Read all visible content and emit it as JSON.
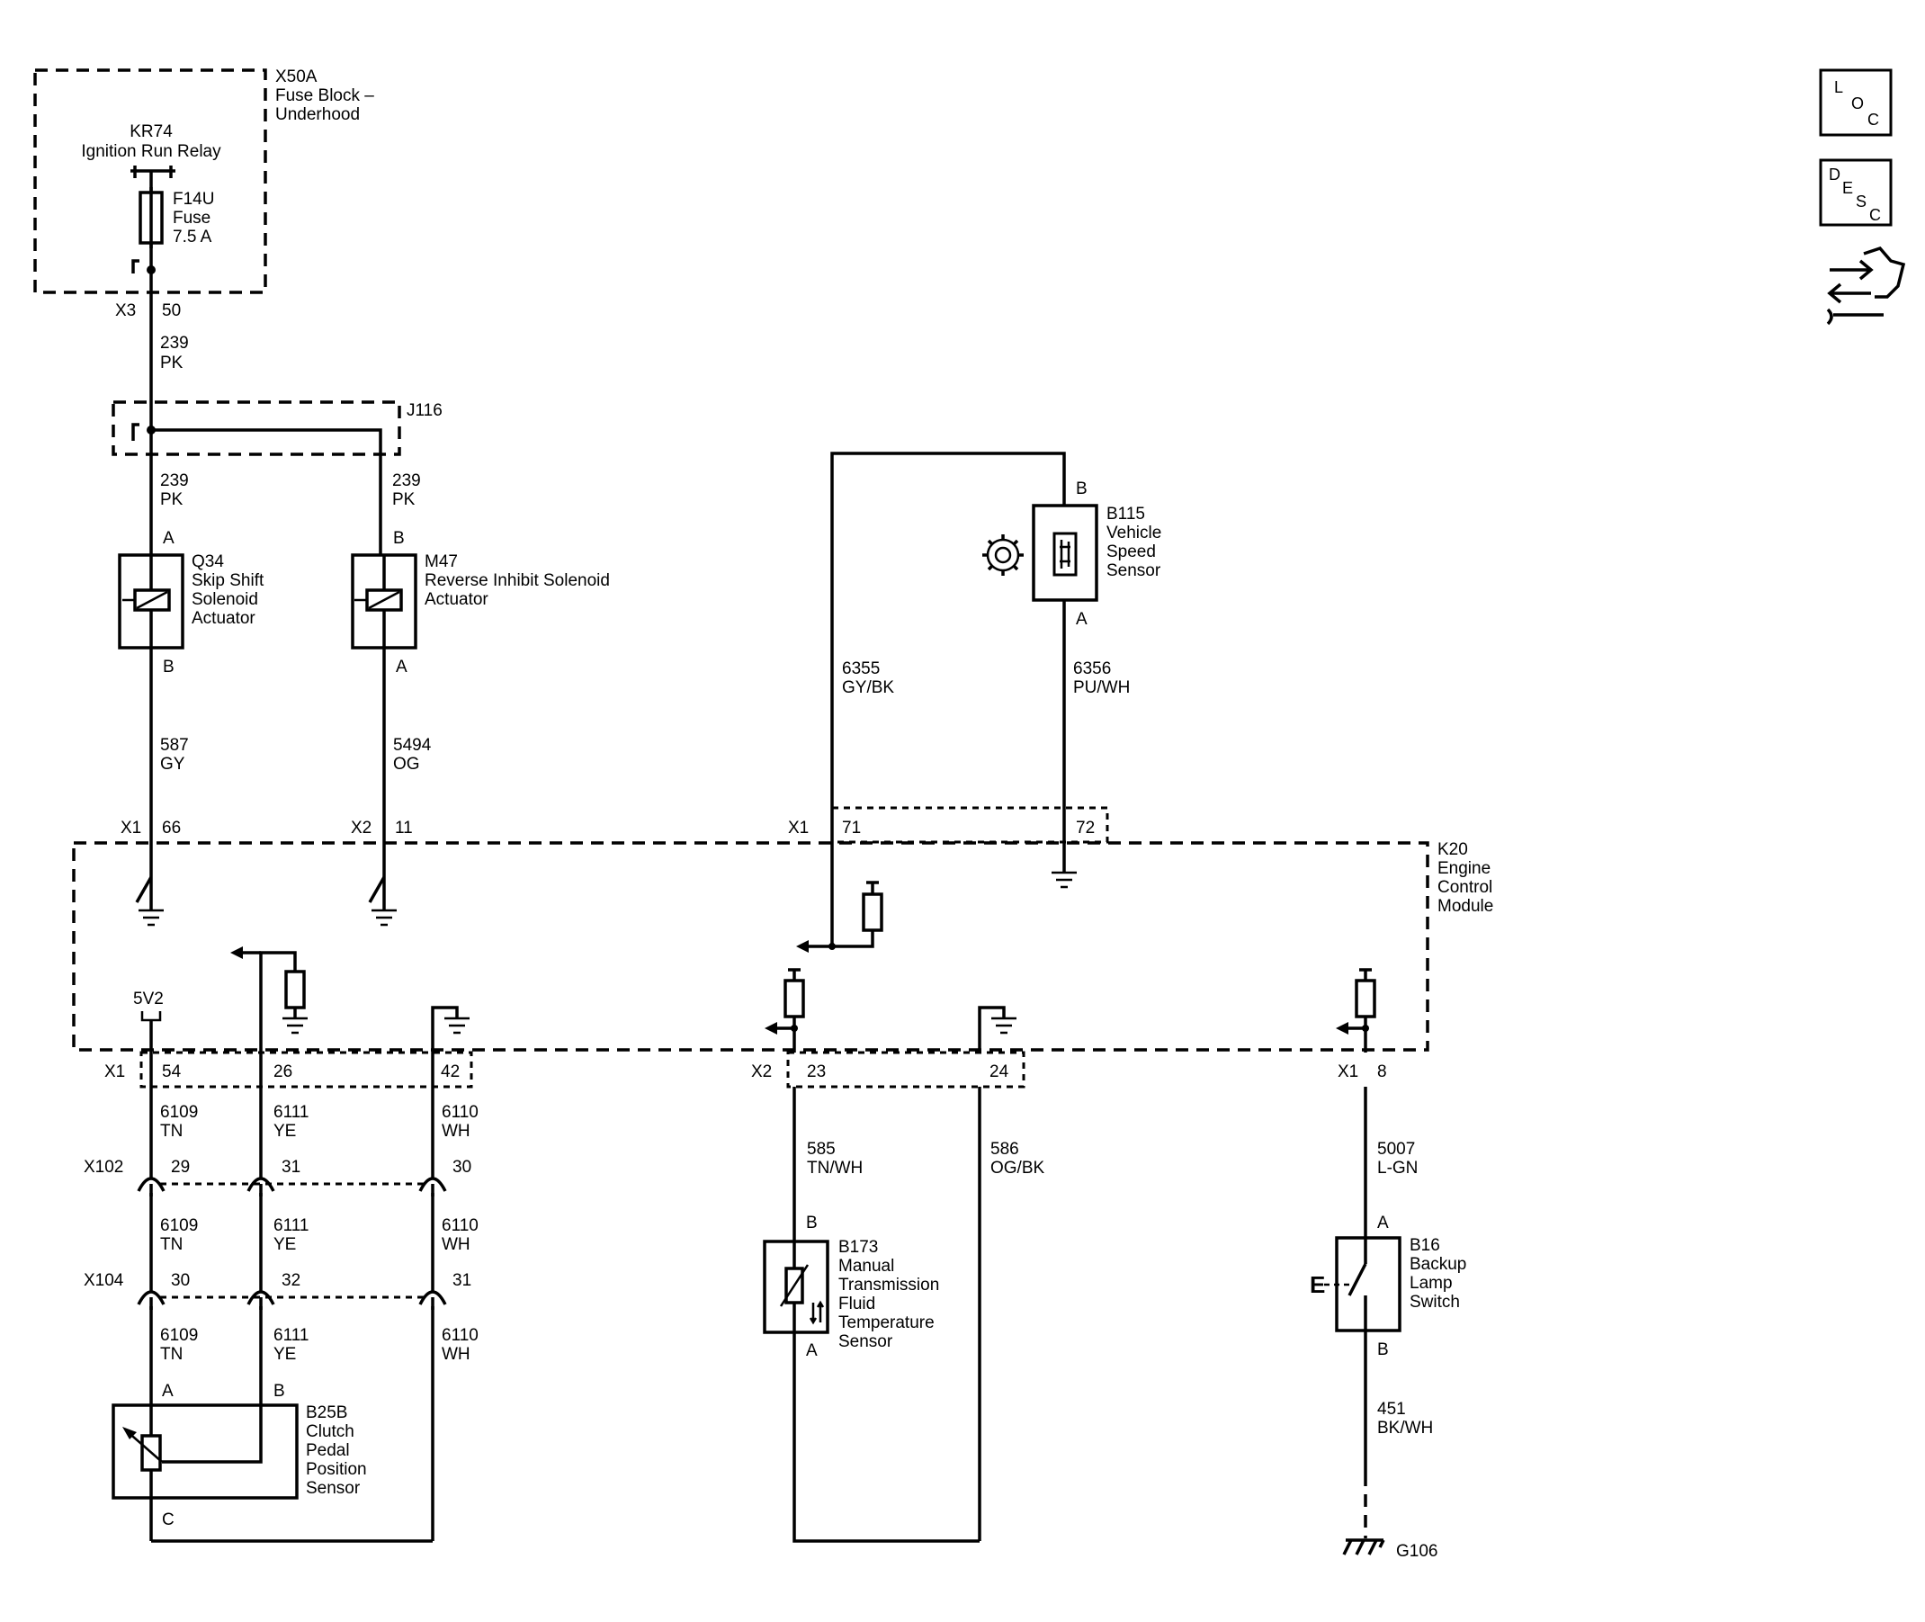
{
  "fuse_block": {
    "id": "X50A",
    "name": [
      "Fuse Block –",
      "Underhood"
    ],
    "relay_id": "KR74",
    "relay_name": "Ignition Run Relay",
    "fuse_id": "F14U",
    "fuse_name": "Fuse",
    "fuse_rating": "7.5 A",
    "connector": "X3",
    "pin": "50"
  },
  "splice": {
    "id": "J116"
  },
  "wires": {
    "w239_top": {
      "circuit": "239",
      "color": "PK"
    },
    "w239_left": {
      "circuit": "239",
      "color": "PK"
    },
    "w239_right": {
      "circuit": "239",
      "color": "PK"
    },
    "w587": {
      "circuit": "587",
      "color": "GY"
    },
    "w5494": {
      "circuit": "5494",
      "color": "OG"
    },
    "w6355": {
      "circuit": "6355",
      "color": "GY/BK"
    },
    "w6356": {
      "circuit": "6356",
      "color": "PU/WH"
    },
    "w6109_a": {
      "circuit": "6109",
      "color": "TN"
    },
    "w6111_a": {
      "circuit": "6111",
      "color": "YE"
    },
    "w6110_a": {
      "circuit": "6110",
      "color": "WH"
    },
    "w6109_b": {
      "circuit": "6109",
      "color": "TN"
    },
    "w6111_b": {
      "circuit": "6111",
      "color": "YE"
    },
    "w6110_b": {
      "circuit": "6110",
      "color": "WH"
    },
    "w6109_c": {
      "circuit": "6109",
      "color": "TN"
    },
    "w6111_c": {
      "circuit": "6111",
      "color": "YE"
    },
    "w6110_c": {
      "circuit": "6110",
      "color": "WH"
    },
    "w585": {
      "circuit": "585",
      "color": "TN/WH"
    },
    "w586": {
      "circuit": "586",
      "color": "OG/BK"
    },
    "w5007": {
      "circuit": "5007",
      "color": "L-GN"
    },
    "w451": {
      "circuit": "451",
      "color": "BK/WH"
    }
  },
  "components": {
    "q34": {
      "id": "Q34",
      "name": [
        "Skip Shift",
        "Solenoid",
        "Actuator"
      ],
      "pin_top": "A",
      "pin_bottom": "B"
    },
    "m47": {
      "id": "M47",
      "name": [
        "Reverse Inhibit Solenoid",
        "Actuator"
      ],
      "pin_top": "B",
      "pin_bottom": "A"
    },
    "b115": {
      "id": "B115",
      "name": [
        "Vehicle",
        "Speed",
        "Sensor"
      ],
      "pin_top": "B",
      "pin_bottom": "A"
    },
    "b25b": {
      "id": "B25B",
      "name": [
        "Clutch",
        "Pedal",
        "Position",
        "Sensor"
      ],
      "pin_a": "A",
      "pin_b": "B",
      "pin_c": "C"
    },
    "b173": {
      "id": "B173",
      "name": [
        "Manual",
        "Transmission",
        "Fluid",
        "Temperature",
        "Sensor"
      ],
      "pin_top": "B",
      "pin_bottom": "A"
    },
    "b16": {
      "id": "B16",
      "name": [
        "Backup",
        "Lamp",
        "Switch"
      ],
      "pin_top": "A",
      "pin_bottom": "B",
      "switch_label": "E"
    }
  },
  "ecm": {
    "id": "K20",
    "name": [
      "Engine",
      "Control",
      "Module"
    ],
    "supply_label": "5V2",
    "top_pins": [
      {
        "conn": "X1",
        "pin": "66"
      },
      {
        "conn": "X2",
        "pin": "11"
      },
      {
        "conn": "X1",
        "pin": "71"
      },
      {
        "conn": "",
        "pin": "72"
      }
    ],
    "bottom_pins": [
      {
        "conn": "X1",
        "pin": "54"
      },
      {
        "conn": "",
        "pin": "26"
      },
      {
        "conn": "",
        "pin": "42"
      },
      {
        "conn": "X2",
        "pin": "23"
      },
      {
        "conn": "",
        "pin": "24"
      },
      {
        "conn": "X1",
        "pin": "8"
      }
    ]
  },
  "inline_connectors": {
    "x102": {
      "id": "X102",
      "pins": [
        "29",
        "31",
        "30"
      ]
    },
    "x104": {
      "id": "X104",
      "pins": [
        "30",
        "32",
        "31"
      ]
    }
  },
  "ground": {
    "id": "G106"
  },
  "side_icons": {
    "loc": {
      "letters": [
        "L",
        "O",
        "C"
      ],
      "icon": "location-icon"
    },
    "desc": {
      "letters": [
        "D",
        "E",
        "S",
        "C"
      ],
      "icon": "description-icon"
    },
    "service": {
      "icon": "connector-service-icon"
    }
  }
}
